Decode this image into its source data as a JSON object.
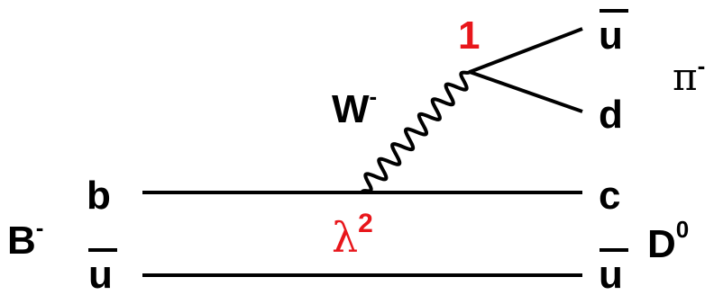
{
  "labels": {
    "meson_initial": "B",
    "meson_initial_charge": "-",
    "quark_b": "b",
    "antiquark_u_left": "u",
    "boson": "W",
    "boson_charge": "-",
    "vertex_top_coupling": "1",
    "vertex_bottom_symbol": "λ",
    "vertex_bottom_power": "2",
    "antiquark_u_top": "u",
    "quark_d": "d",
    "pion": "π",
    "pion_charge": "-",
    "quark_c": "c",
    "antiquark_u_right": "u",
    "meson_final": "D",
    "meson_final_superscript": "0"
  },
  "colors": {
    "line": "#000000",
    "text": "#000000",
    "accent": "#e8161b"
  }
}
